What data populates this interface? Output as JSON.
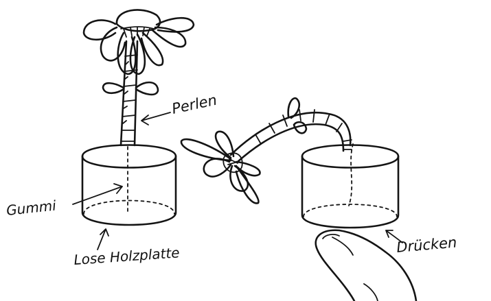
{
  "labels": {
    "perlen": "Perlen",
    "gummi": "Gummi",
    "holzplatte": "Lose Holzplatte",
    "druecken": "Drücken"
  },
  "colors": {
    "ink": "#141414",
    "background": "#ffffff"
  },
  "icons": {
    "thumb": "pressing-thumb",
    "flower": "daisy-flower"
  }
}
